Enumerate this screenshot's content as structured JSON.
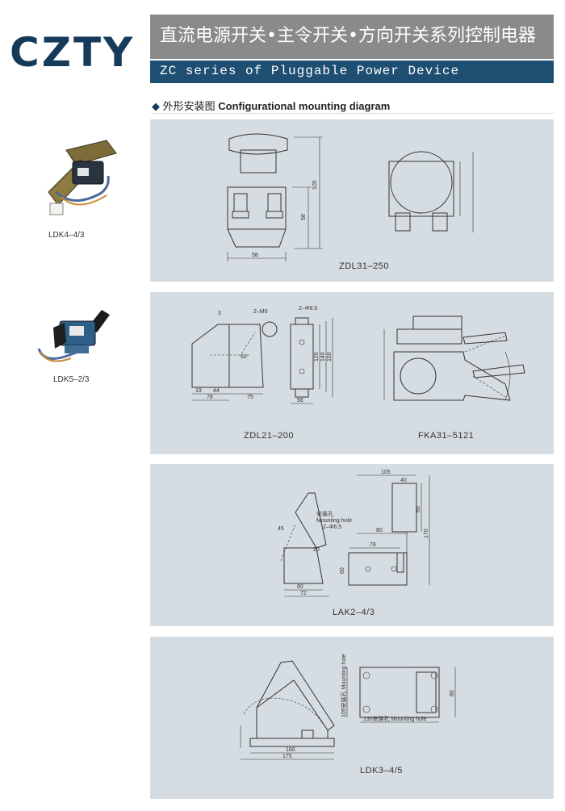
{
  "header": {
    "logo": "CZTY",
    "title_cn": "直流电源开关•主令开关•方向开关系列控制电器",
    "title_en": "ZC series of Pluggable Power Device"
  },
  "section": {
    "bullet": "◆",
    "title_cn": "外形安装图",
    "title_en": "Configurational mounting diagram"
  },
  "products": [
    {
      "thumb_label": "LDK4–4/3",
      "diagrams": [
        "ZDL31–250"
      ]
    },
    {
      "thumb_label": "LDK5–2/3",
      "diagrams": [
        "ZDL21–200",
        "FKA31–5121"
      ]
    },
    {
      "diagrams": [
        "LAK2–4/3"
      ]
    },
    {
      "diagrams": [
        "LDK3–4/5"
      ]
    }
  ],
  "dims": {
    "zdl31": {
      "w": "58",
      "h1": "105",
      "h2": "58"
    },
    "zdl21": {
      "a": "3",
      "b": "2–M6",
      "c": "2–Φ8.5",
      "d": "19",
      "e": "44",
      "f": "78",
      "g": "75",
      "h": "56",
      "i": "120",
      "j": "140",
      "k": "150",
      "angle": "60°"
    },
    "lak2": {
      "a": "105",
      "b": "40",
      "c": "60",
      "d": "170",
      "e": "80",
      "f": "76",
      "g": "20",
      "h": "60",
      "i": "72",
      "j": "60",
      "k": "45",
      "hole_cn": "安装孔",
      "hole_en": "Mounting hole",
      "hole_spec": "2–Φ6.5"
    },
    "ldk3": {
      "a": "160",
      "b": "175",
      "c": "80",
      "hole": "130安装孔 Mounting hole",
      "side": "105安装孔 Mounting hole"
    }
  }
}
